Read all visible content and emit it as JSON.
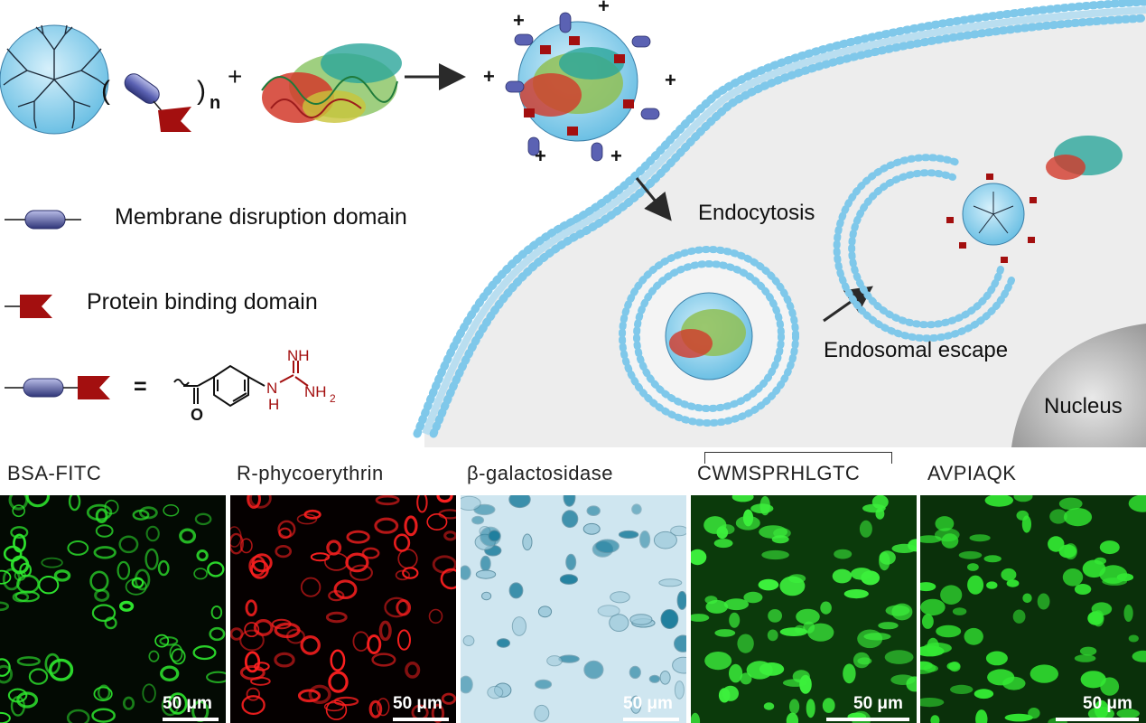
{
  "scheme": {
    "n_subscript": "n",
    "plus_sign": "+",
    "charge_sign": "+",
    "arrow_label_endocytosis": "Endocytosis",
    "arrow_label_endosomal_escape": "Endosomal escape",
    "nucleus_label": "Nucleus"
  },
  "legend": {
    "membrane_label": "Membrane disruption domain",
    "protein_label": "Protein binding domain",
    "equals": "=",
    "chem": {
      "nh_top": "NH",
      "nh_bottom_n": "N",
      "nh_bottom_h": "H",
      "nh2": "NH",
      "nh2_sub": "2",
      "oxygen": "O"
    }
  },
  "panels": [
    {
      "title": "BSA-FITC",
      "scale": "50 μm",
      "color": "#2ee62e"
    },
    {
      "title": "R-phycoerythrin",
      "scale": "50 μm",
      "color": "#ff2020"
    },
    {
      "title": "β-galactosidase",
      "scale": "50 μm",
      "color": "#1f7f9e"
    },
    {
      "title": "CWMSPRHLGTC",
      "scale": "50 μm",
      "color": "#3cf03c"
    },
    {
      "title": "AVPIAQK",
      "scale": "50 μm",
      "color": "#33e833"
    }
  ]
}
